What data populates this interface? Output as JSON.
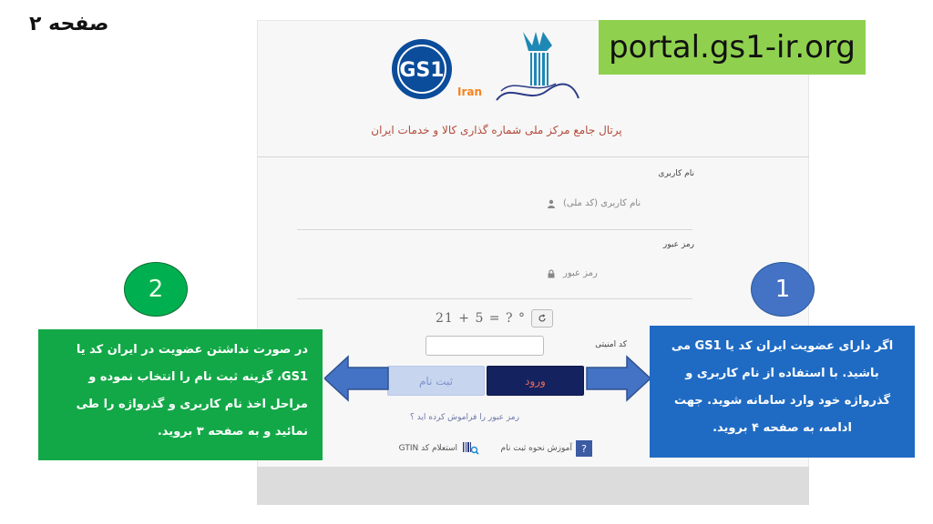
{
  "page_label": "صفحه ۲",
  "url_badge": "portal.gs1-ir.org",
  "logos": {
    "gs1_text": "GS1",
    "gs1_sub": "Iran"
  },
  "portal": {
    "title": "پرتال جامع مرکز ملی شماره گذاری کالا و خدمات ایران",
    "username_label": "نام کاربری",
    "username_placeholder": "نام کاربری (کد ملی)",
    "password_label": "رمز عبور",
    "password_placeholder": "رمز عبور",
    "captcha_label": "کد امنیتی",
    "captcha_text": "21 + 5 = ? °",
    "login_button": "ورود",
    "register_button": "ثبت نام",
    "forgot_password": "رمز عبور را فراموش کرده اید ؟",
    "help_link": "آموزش نحوه ثبت نام",
    "gtin_link": "استعلام کد GTIN",
    "help_icon": "?"
  },
  "annotations": {
    "step_one_number": "1",
    "step_two_number": "2",
    "step_one_text": "اگر دارای عضویت ایران کد یا GS1 می باشید. با استفاده از نام کاربری و گذرواژه خود وارد سامانه شوید. جهت ادامه، به صفحه ۴ بروید.",
    "step_two_text": "در صورت نداشتن عضویت در ایران کد یا GS1، گزینه ثبت نام را انتخاب نموده و مراحل اخذ نام کاربری و گذرواژه را طی نمائید و به صفحه ۳ بروید."
  },
  "colors": {
    "green": "#12a847",
    "blue": "#1f6bc3",
    "navy": "#14225f",
    "badge_green": "#8fd14f"
  }
}
